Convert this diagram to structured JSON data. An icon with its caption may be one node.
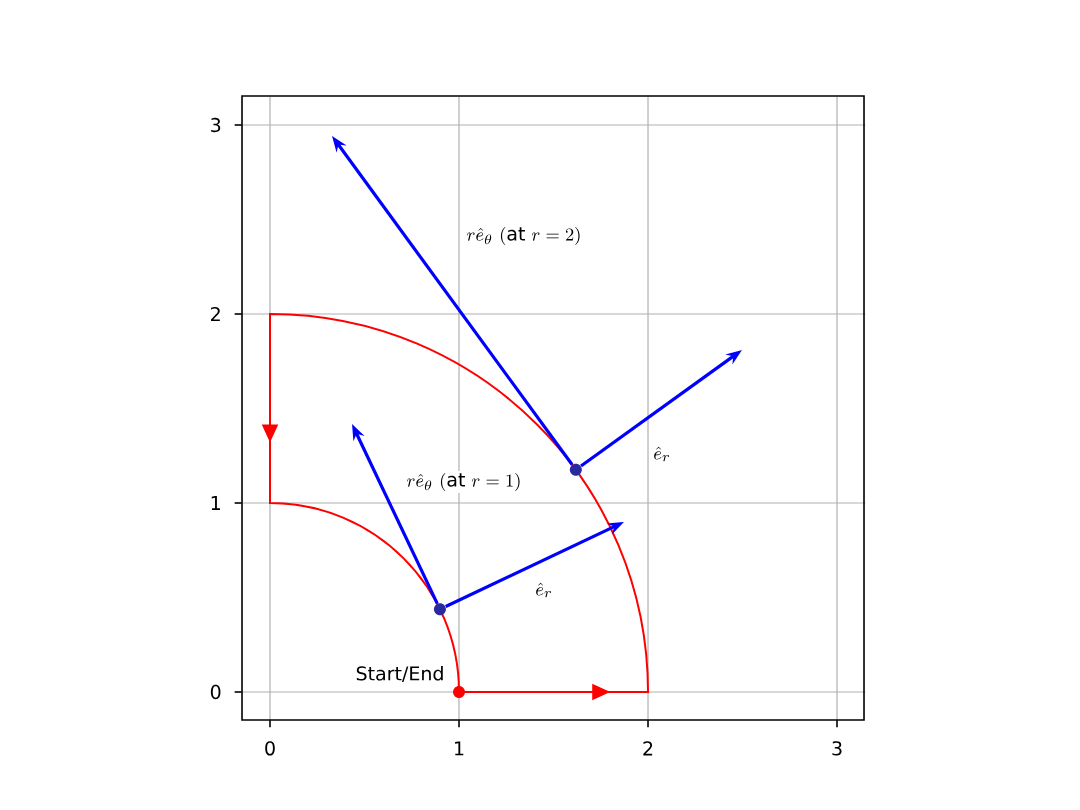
{
  "diagram": {
    "nodes": [
      {
        "text": [],
        "shape": "circle"
      },
      {
        "text": [],
        "shape": "circle"
      },
      {
        "text": [],
        "shape": "circle",
        "beside": [
          "Start/End"
        ]
      }
    ],
    "edges": [
      {
        "from": 0,
        "to": null,
        "arrow": "to",
        "label": "r\\hat{e}_\\theta\\ (\\mathrm{at}\\ r = 2)"
      },
      {
        "from": 0,
        "to": null,
        "arrow": "to",
        "label": "\\hat{e}_r"
      },
      {
        "from": 1,
        "to": null,
        "arrow": "to",
        "label": "r\\hat{e}_\\theta\\ (\\mathrm{at}\\ r = 1)"
      },
      {
        "from": 1,
        "to": null,
        "arrow": "to",
        "label": "\\hat{e}_r"
      }
    ],
    "labels": [
      "3",
      "2",
      "1",
      "0",
      "0",
      "1",
      "2",
      "3"
    ]
  }
}
